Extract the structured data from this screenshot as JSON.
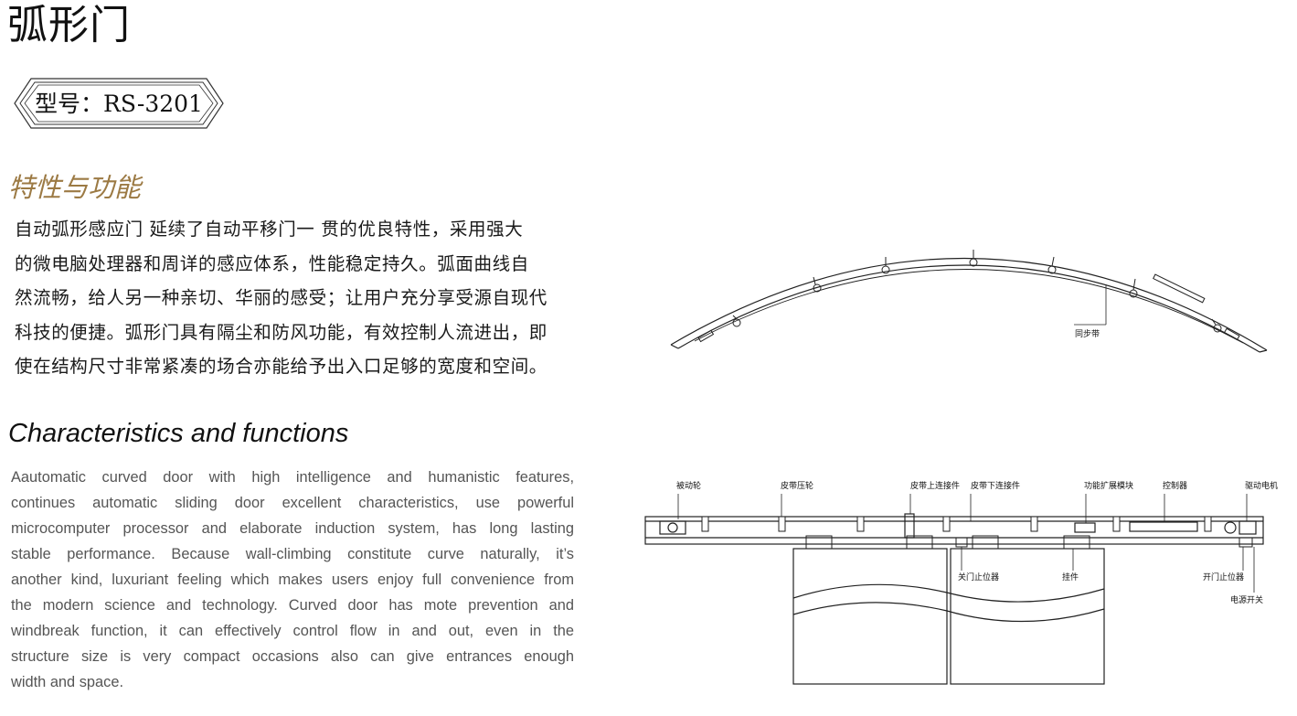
{
  "page": {
    "title": "弧形门",
    "model_label": "型号：RS-3201"
  },
  "chinese_section": {
    "heading": "特性与功能",
    "lines": [
      "自动弧形感应门 延续了自动平移门一 贯的优良特性，采用强大",
      "的微电脑处理器和周详的感应体系，性能稳定持久。弧面曲线自",
      "然流畅，给人另一种亲切、华丽的感受；让用户充分享受源自现代",
      "科技的便捷。弧形门具有隔尘和防风功能，有效控制人流进出，即",
      "使在结构尺寸非常紧凑的场合亦能给予出入口足够的宽度和空间。"
    ]
  },
  "english_section": {
    "heading": "Characteristics and functions",
    "lines": [
      "Aautomatic curved door with high intelligence and humanistic  features,",
      "continues automatic sliding door excellent characteristics, use powerful",
      "microcomputer processor and elaborate induction system, has long lasting",
      "stable performance. Because wall-climbing constitute curve naturally, it’s",
      "another kind, luxuriant feeling which makes users enjoy full convenience from",
      "the modern science and technology. Curved door has  mote prevention and",
      "windbreak function, it can  effectively control flow in and out, even  in the",
      "structure size is  very  compact occasions also can give  entrances enough",
      "width and space."
    ]
  },
  "diagram_top": {
    "belt_label": "同步带"
  },
  "diagram_bottom": {
    "labels": {
      "passive_wheel": "被动轮",
      "belt_press_wheel": "皮带压轮",
      "belt_upper_connector": "皮带上连接件",
      "belt_lower_connector": "皮带下连接件",
      "function_module": "功能扩展模块",
      "controller": "控制器",
      "drive_motor": "驱动电机",
      "close_stopper": "关门止位器",
      "hanger": "挂件",
      "open_stopper": "开门止位器",
      "power_switch": "电源开关"
    }
  }
}
